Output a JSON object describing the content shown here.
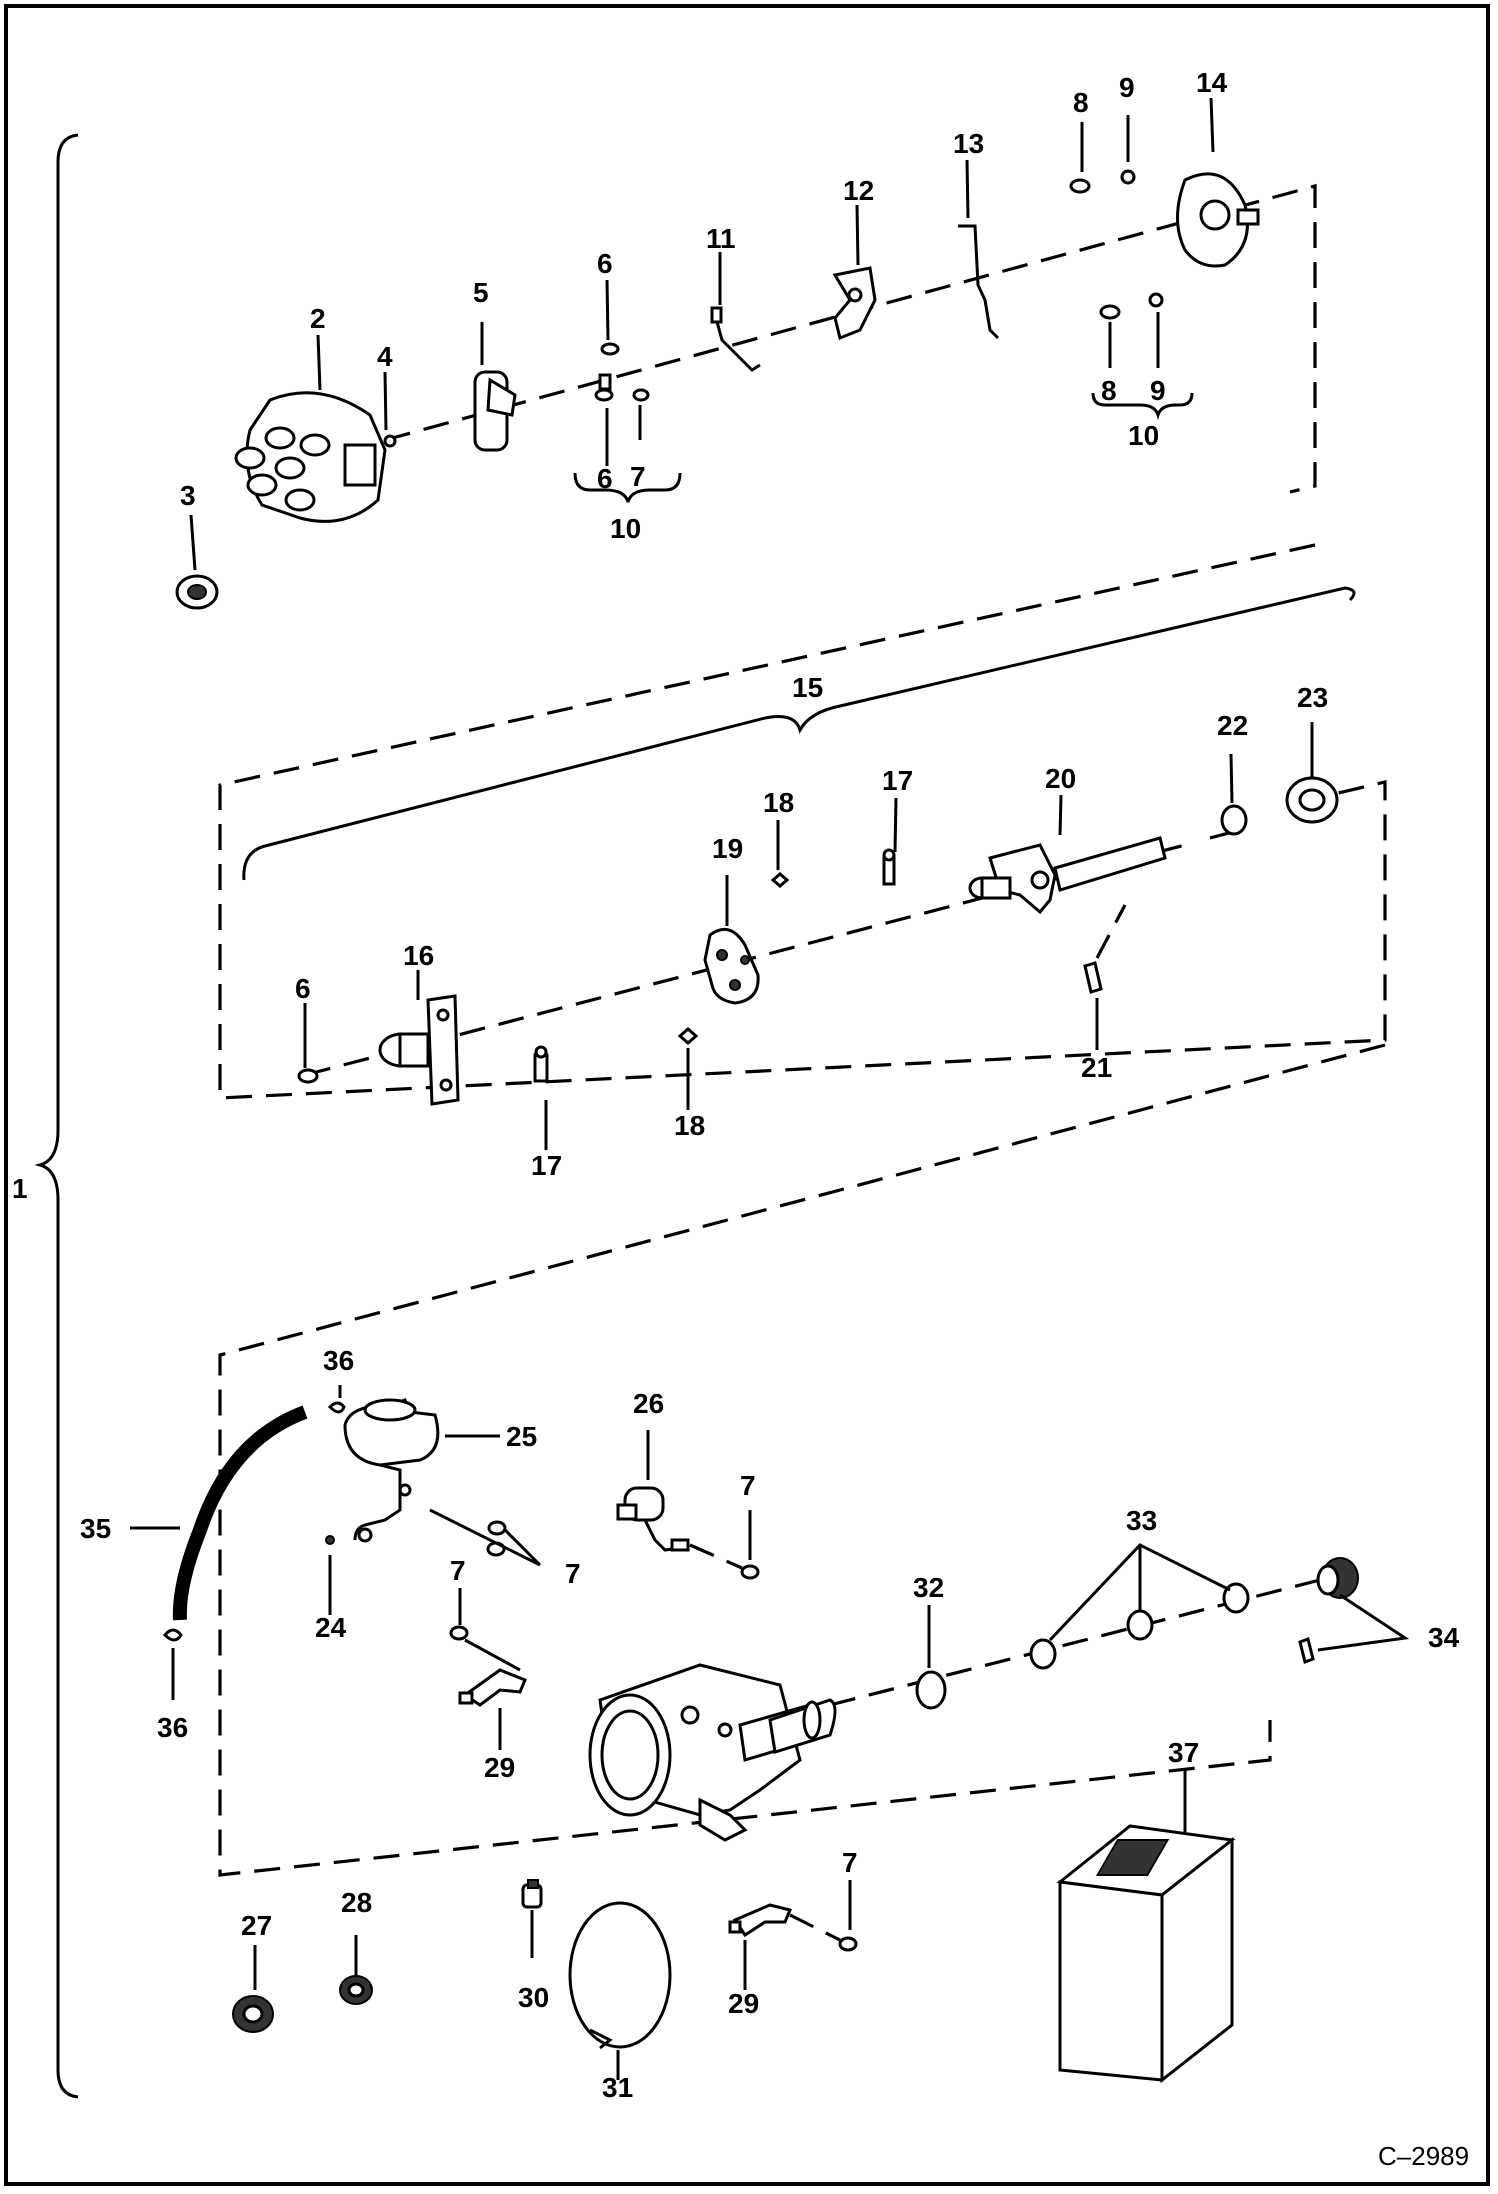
{
  "diagram": {
    "code": "C–2989",
    "callouts": [
      "1",
      "2",
      "3",
      "4",
      "5",
      "6",
      "7",
      "8",
      "9",
      "10",
      "11",
      "12",
      "13",
      "14",
      "15",
      "16",
      "17",
      "18",
      "19",
      "20",
      "21",
      "22",
      "23",
      "24",
      "25",
      "26",
      "27",
      "28",
      "29",
      "30",
      "31",
      "32",
      "33",
      "34",
      "35",
      "36",
      "37"
    ],
    "icons": [
      "distributor-cap-icon",
      "rotor-icon",
      "shaft-icon",
      "governor-plate-icon",
      "vacuum-advance-icon",
      "condenser-icon",
      "distributor-housing-icon",
      "drive-gear-icon",
      "coil-icon",
      "clamp-ring-icon",
      "cap-seal-icon",
      "breaker-plate-icon"
    ]
  }
}
